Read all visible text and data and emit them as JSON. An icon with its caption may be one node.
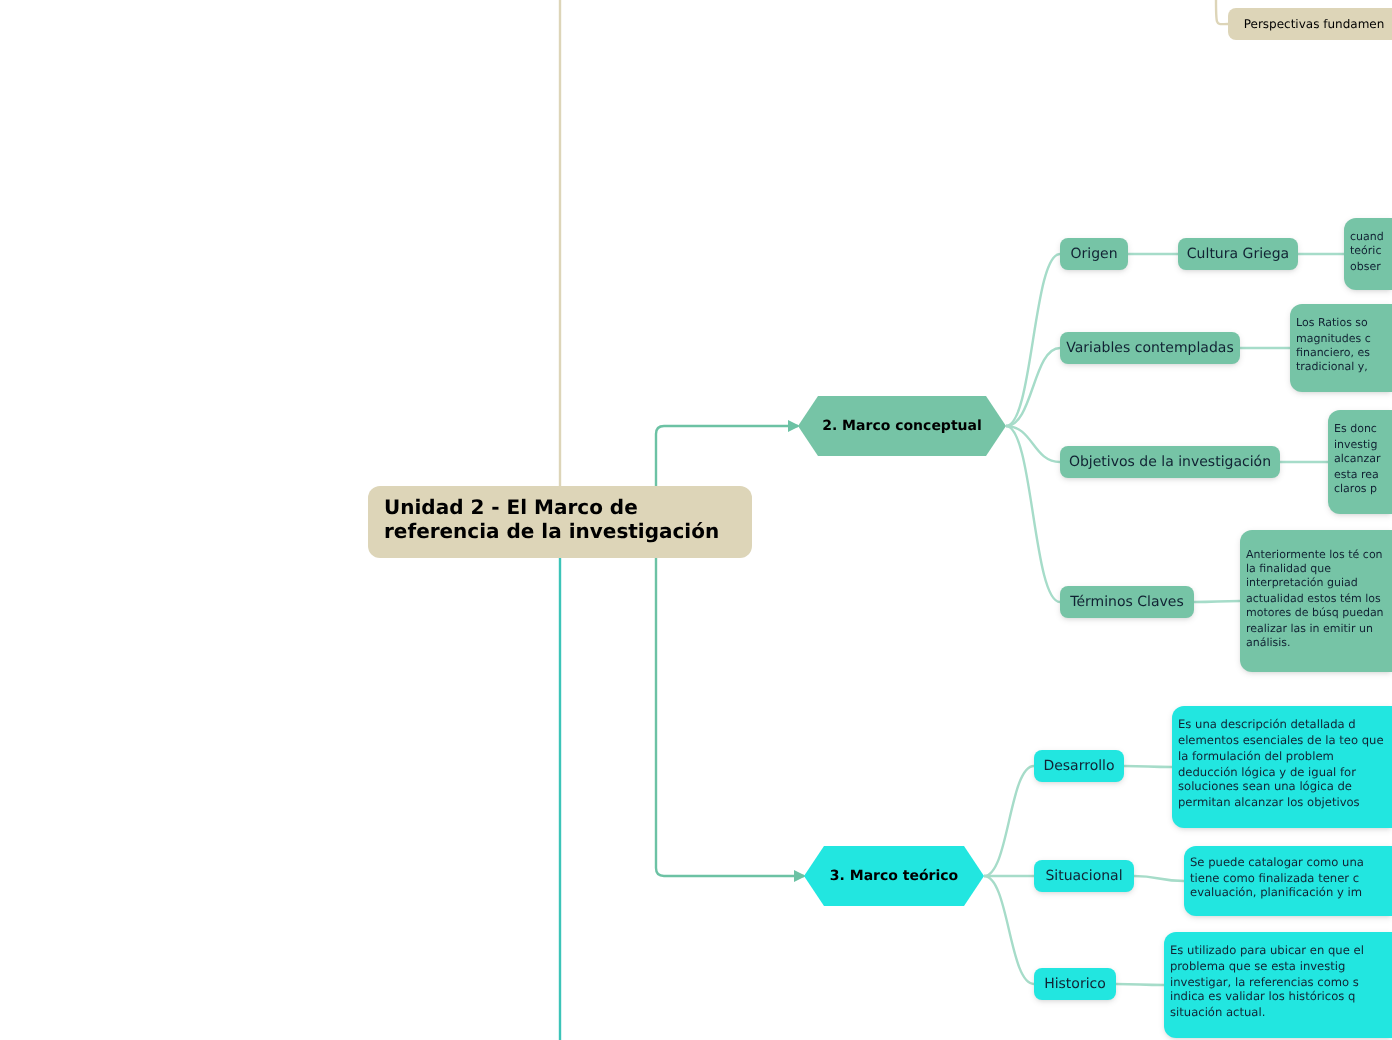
{
  "diagram": {
    "nodes": [
      {
        "text": [
          "Unidad 2 - El Marco de referencia de la investigación"
        ]
      },
      {
        "text": [
          "Perspectivas fundamen"
        ]
      },
      {
        "text": [
          "2. Marco conceptual"
        ]
      },
      {
        "text": [
          "Origen"
        ]
      },
      {
        "text": [
          "Cultura Griega"
        ]
      },
      {
        "text": [
          "cuand teóric obser"
        ]
      },
      {
        "text": [
          "Variables contempladas"
        ]
      },
      {
        "text": [
          "Los Ratios so magnitudes c financiero, es tradicional y,"
        ]
      },
      {
        "text": [
          "Objetivos de la investigación"
        ]
      },
      {
        "text": [
          "Es donc investig alcanzar esta rea claros p"
        ]
      },
      {
        "text": [
          "Términos Claves"
        ]
      },
      {
        "text": [
          "Anteriormente los té con la finalidad que interpretación guiad actualidad estos tém los motores de búsq puedan realizar las in emitir un análisis."
        ]
      },
      {
        "text": [
          "3. Marco teórico"
        ]
      },
      {
        "text": [
          "Desarrollo"
        ]
      },
      {
        "text": [
          "Es una descripción detallada d elementos esenciales de la teo que la formulación del problem deducción lógica y de igual for soluciones sean una lógica de permitan alcanzar los objetivos"
        ]
      },
      {
        "text": [
          "Situacional"
        ]
      },
      {
        "text": [
          "Se puede catalogar como una tiene como finalizada tener c evaluación, planificación y im"
        ]
      },
      {
        "text": [
          "Historico"
        ]
      },
      {
        "text": [
          "Es utilizado para ubicar en que el problema que se esta investig investigar, la referencias como s indica es validar los históricos q situación actual."
        ]
      }
    ],
    "edges": [
      {
        "from": 0,
        "to": null,
        "arrow": "none",
        "color": "#ddd5b8"
      },
      {
        "from": 0,
        "to": null,
        "arrow": "none",
        "color": "#3cc4b8"
      },
      {
        "from": null,
        "to": 1,
        "arrow": "none",
        "color": "#ddd5b8"
      },
      {
        "from": 0,
        "to": 2,
        "arrow": "to",
        "color": "#6cc2a4"
      },
      {
        "from": 0,
        "to": 12,
        "arrow": "to",
        "color": "#6cc2a4"
      },
      {
        "from": 2,
        "to": 3,
        "arrow": "none"
      },
      {
        "from": 3,
        "to": 4,
        "arrow": "none"
      },
      {
        "from": 4,
        "to": 5,
        "arrow": "none"
      },
      {
        "from": 2,
        "to": 6,
        "arrow": "none"
      },
      {
        "from": 6,
        "to": 7,
        "arrow": "none"
      },
      {
        "from": 2,
        "to": 8,
        "arrow": "none"
      },
      {
        "from": 8,
        "to": 9,
        "arrow": "none"
      },
      {
        "from": 2,
        "to": 10,
        "arrow": "none"
      },
      {
        "from": 10,
        "to": 11,
        "arrow": "none"
      },
      {
        "from": 12,
        "to": 13,
        "arrow": "none"
      },
      {
        "from": 13,
        "to": 14,
        "arrow": "none"
      },
      {
        "from": 12,
        "to": 15,
        "arrow": "none"
      },
      {
        "from": 15,
        "to": 16,
        "arrow": "none"
      },
      {
        "from": 12,
        "to": 17,
        "arrow": "none"
      },
      {
        "from": 17,
        "to": 18,
        "arrow": "none"
      }
    ]
  }
}
